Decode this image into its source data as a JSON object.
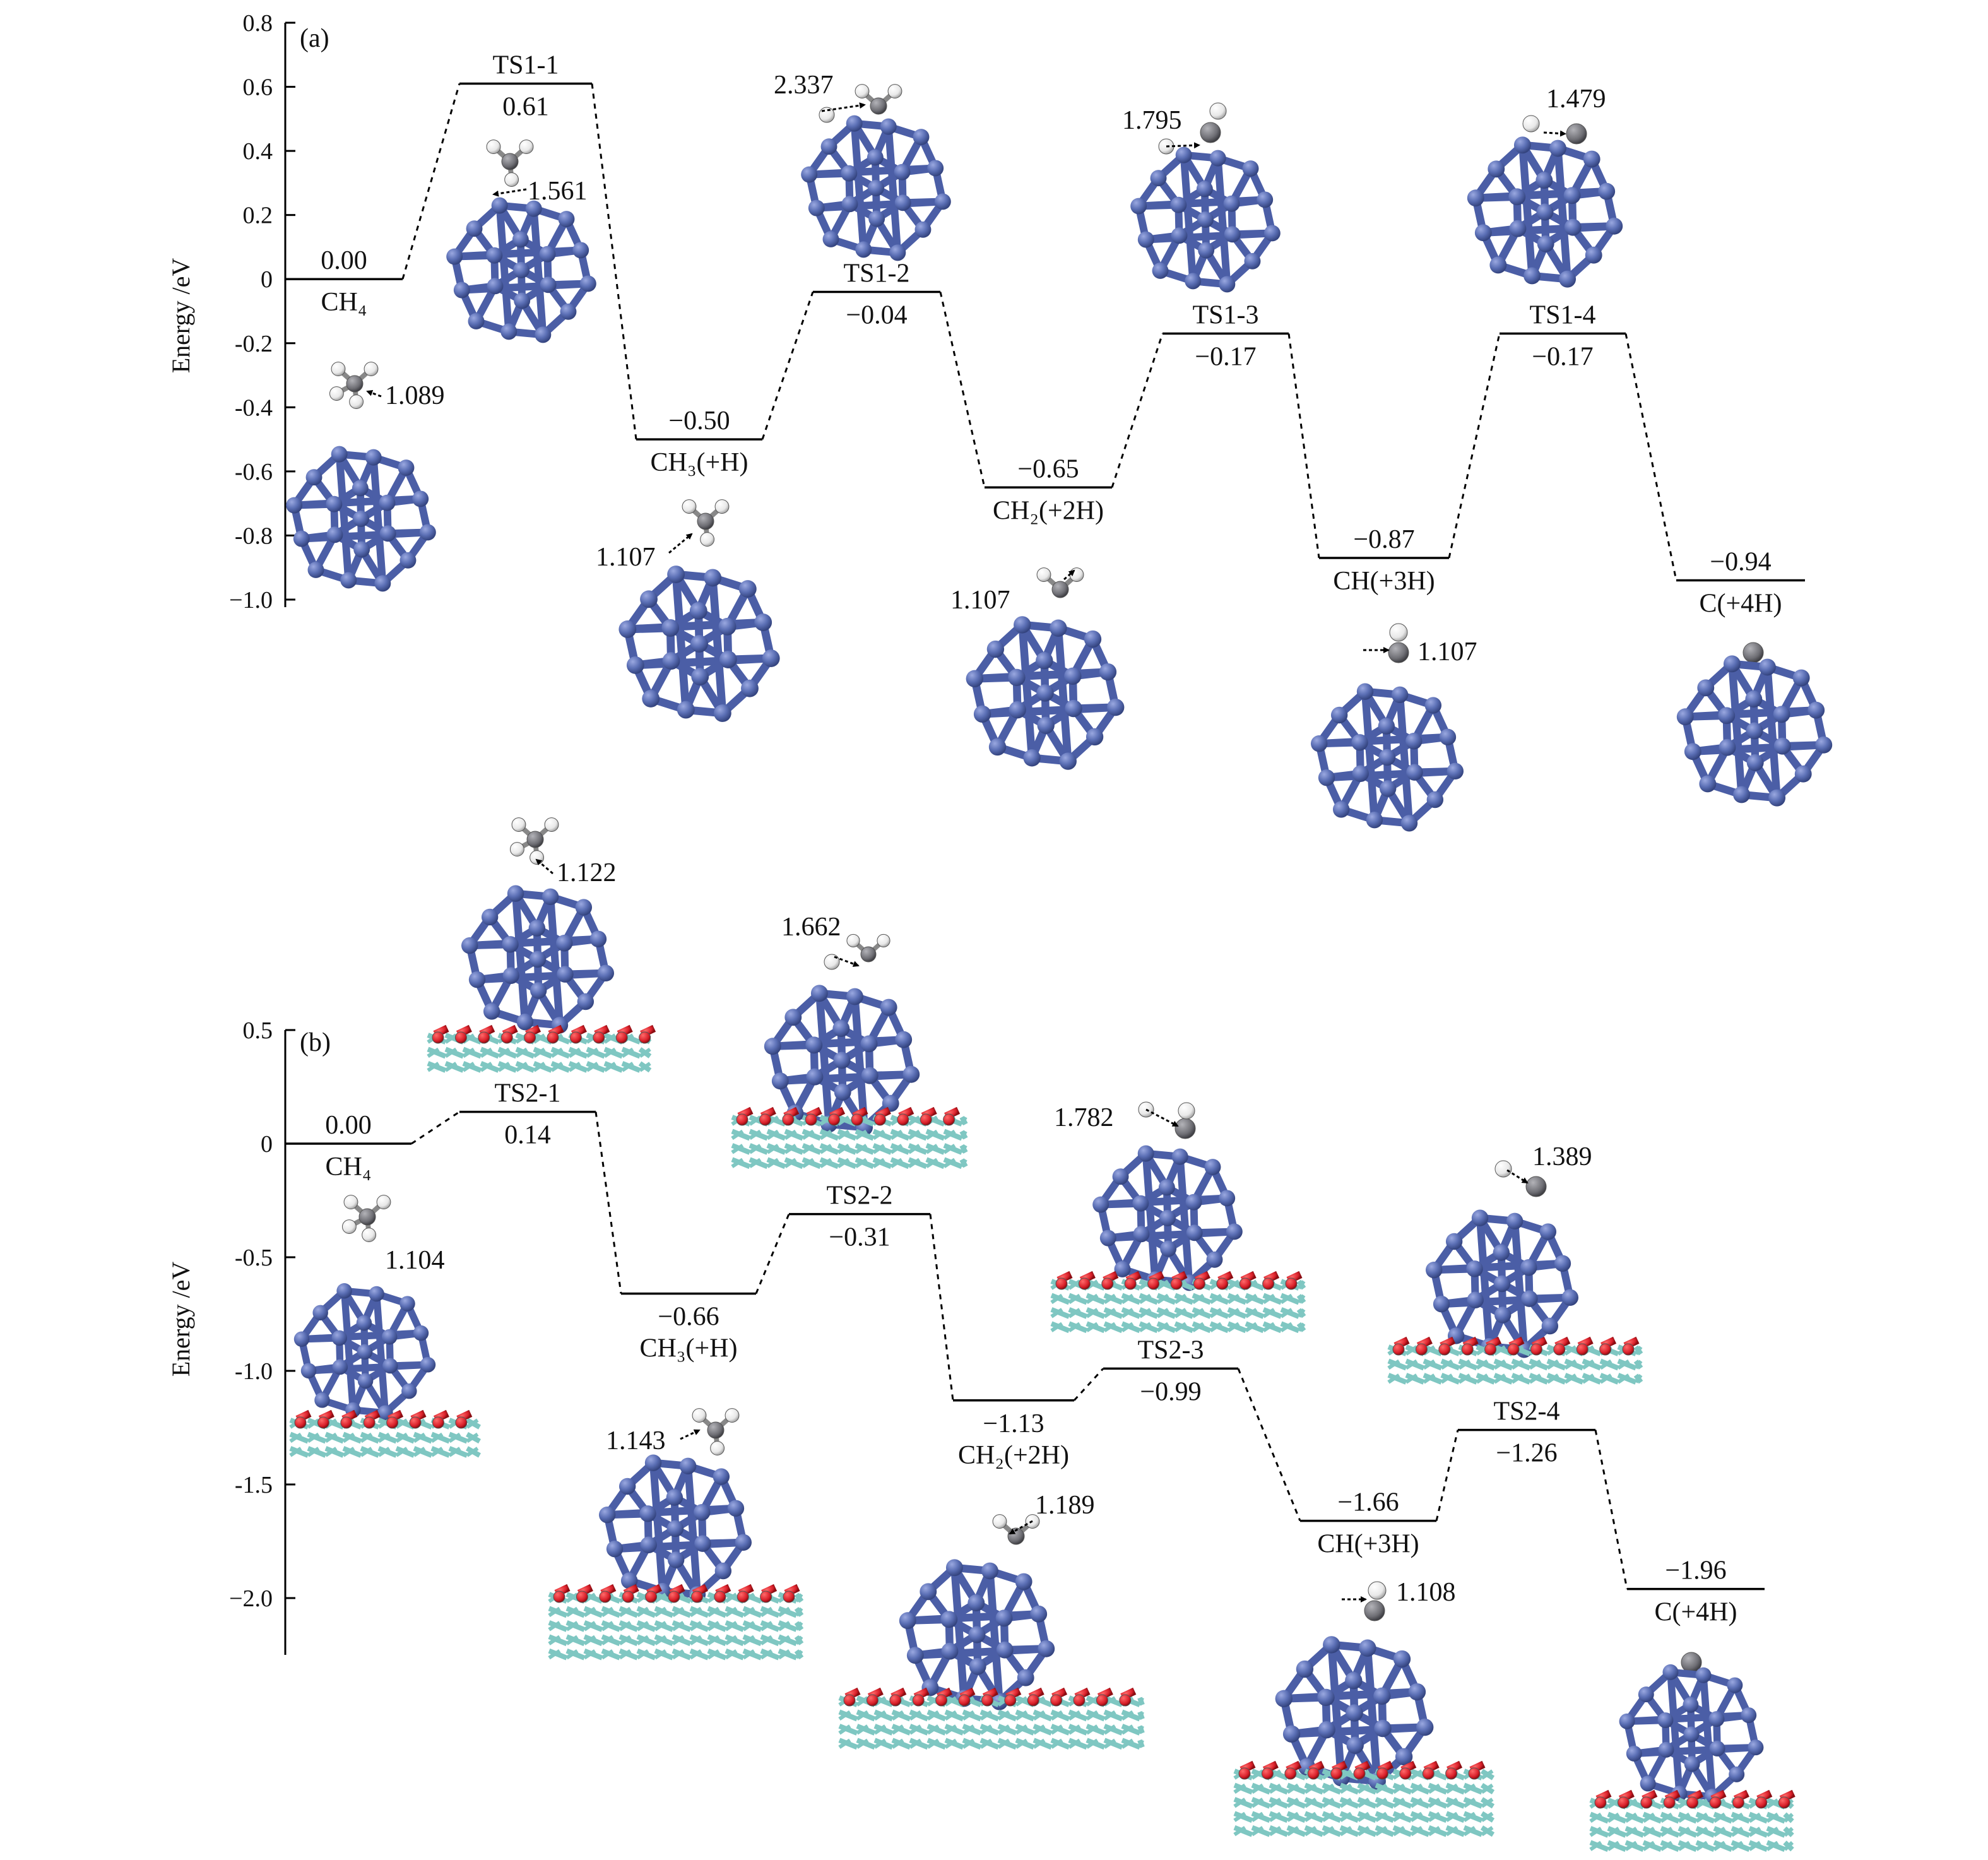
{
  "colors": {
    "cluster": "#5b6fb5",
    "cluster_edge": "#3d4f96",
    "carbon": "#6e6e74",
    "hydrogen": "#f2f2f2",
    "oxygen": "#d9202a",
    "titanium": "#7fc7c2",
    "level_line": "#000000"
  },
  "chart_data": [
    {
      "type": "energy_profile",
      "panel_label": "(a)",
      "ylabel": "Energy /eV",
      "ylim": [
        -1.0,
        0.8
      ],
      "yticks": [
        "0.8",
        "0.6",
        "0.4",
        "0.2",
        "0",
        "-0.2",
        "-0.4",
        "-0.6",
        "-0.8",
        "−1.0"
      ],
      "ytick_values": [
        0.8,
        0.6,
        0.4,
        0.2,
        0,
        -0.2,
        -0.4,
        -0.6,
        -0.8,
        -1.0
      ],
      "states": [
        {
          "name": "CH₄",
          "energy": 0.0,
          "energy_label": "0.00",
          "name_position": "below",
          "energy_position": "above"
        },
        {
          "name": "TS1-1",
          "energy": 0.61,
          "energy_label": "0.61",
          "name_position": "above",
          "energy_position": "below"
        },
        {
          "name": "CH₃(+H)",
          "energy": -0.5,
          "energy_label": "−0.50",
          "name_position": "below",
          "energy_position": "above"
        },
        {
          "name": "TS1-2",
          "energy": -0.04,
          "energy_label": "−0.04",
          "name_position": "above",
          "energy_position": "below"
        },
        {
          "name": "CH₂(+2H)",
          "energy": -0.65,
          "energy_label": "−0.65",
          "name_position": "below",
          "energy_position": "above"
        },
        {
          "name": "TS1-3",
          "energy": -0.17,
          "energy_label": "−0.17",
          "name_position": "above",
          "energy_position": "below"
        },
        {
          "name": "CH(+3H)",
          "energy": -0.87,
          "energy_label": "−0.87",
          "name_position": "below",
          "energy_position": "above"
        },
        {
          "name": "TS1-4",
          "energy": -0.17,
          "energy_label": "−0.17",
          "name_position": "above",
          "energy_position": "below"
        },
        {
          "name": "C(+4H)",
          "energy": -0.94,
          "energy_label": "−0.94",
          "name_position": "below",
          "energy_position": "above"
        }
      ],
      "structure_annotations": [
        "1.089",
        "1.561",
        "1.107",
        "2.337",
        "1.107",
        "1.795",
        "1.107",
        "1.479"
      ]
    },
    {
      "type": "energy_profile",
      "panel_label": "(b)",
      "ylabel": "Energy /eV",
      "ylim": [
        -2.25,
        0.5
      ],
      "yticks": [
        "0.5",
        "0",
        "-0.5",
        "-1.0",
        "-1.5",
        "−2.0"
      ],
      "ytick_values": [
        0.5,
        0,
        -0.5,
        -1.0,
        -1.5,
        -2.0
      ],
      "states": [
        {
          "name": "CH₄",
          "energy": 0.0,
          "energy_label": "0.00",
          "name_position": "below",
          "energy_position": "above"
        },
        {
          "name": "TS2-1",
          "energy": 0.14,
          "energy_label": "0.14",
          "name_position": "above",
          "energy_position": "below"
        },
        {
          "name": "CH₃(+H)",
          "energy": -0.66,
          "energy_label": "−0.66",
          "name_position": "below",
          "energy_position": "below"
        },
        {
          "name": "TS2-2",
          "energy": -0.31,
          "energy_label": "−0.31",
          "name_position": "above",
          "energy_position": "below"
        },
        {
          "name": "CH₂(+2H)",
          "energy": -1.13,
          "energy_label": "−1.13",
          "name_position": "below",
          "energy_position": "below"
        },
        {
          "name": "TS2-3",
          "energy": -0.99,
          "energy_label": "−0.99",
          "name_position": "above",
          "energy_position": "below"
        },
        {
          "name": "CH(+3H)",
          "energy": -1.66,
          "energy_label": "−1.66",
          "name_position": "below",
          "energy_position": "above"
        },
        {
          "name": "TS2-4",
          "energy": -1.26,
          "energy_label": "−1.26",
          "name_position": "above",
          "energy_position": "below"
        },
        {
          "name": "C(+4H)",
          "energy": -1.96,
          "energy_label": "−1.96",
          "name_position": "below",
          "energy_position": "above"
        }
      ],
      "structure_annotations": [
        "1.104",
        "1.122",
        "1.143",
        "1.662",
        "1.189",
        "1.782",
        "1.108",
        "1.389"
      ]
    }
  ]
}
